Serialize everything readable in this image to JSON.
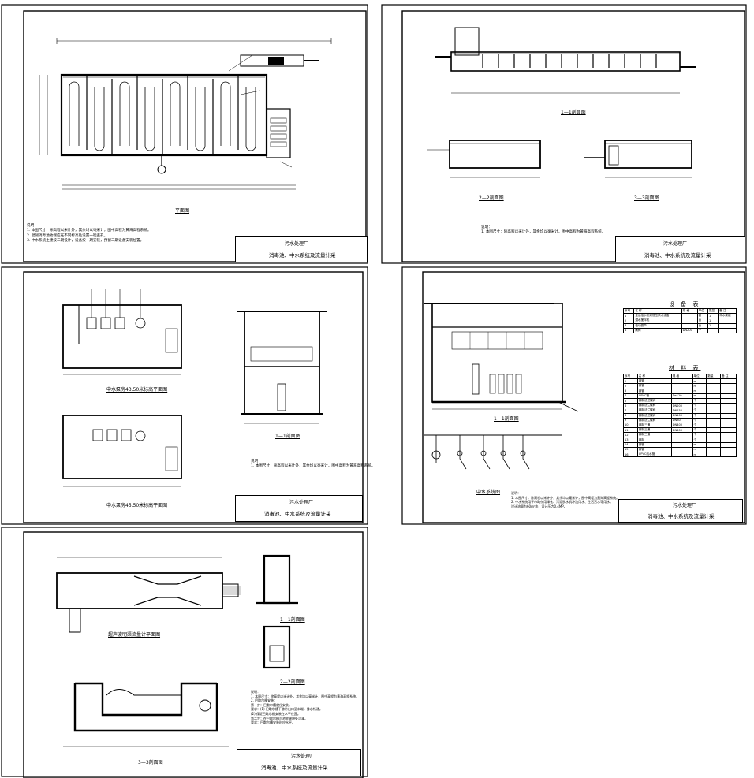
{
  "project": "污水处理厂",
  "drawing_title": "消毒池、中水系统及流量计采",
  "sheet1": {
    "plan_title": "平面图",
    "notes_title": "说明：",
    "notes": [
      "1. 本图尺寸：除高程以米计外，其余均以毫米计，图中高程为黄海高程系统。",
      "2. 混凝消毒池池端应在不同标高处设置一检查孔。",
      "3. 中水系统土建按二期设计，设备按一期安装，预留二期设备安装位置。"
    ]
  },
  "sheet2": {
    "section1": "1—1剖面图",
    "section2": "2—2剖面图",
    "section3": "3—3剖面图",
    "notes_title": "说明：",
    "notes": [
      "1. 本图尺寸：除高程以米计外，其余均以毫米计，图中高程为黄海高程系统。"
    ]
  },
  "sheet3": {
    "plan1": "中水泵房43.50米标高平面图",
    "plan2": "中水泵房45.50米标高平面图",
    "section": "1—1剖面图",
    "notes_title": "说明：",
    "notes": [
      "1. 本图尺寸：除高程以米计外，其余均以毫米计，图中高程为黄海高程系统。"
    ]
  },
  "sheet4": {
    "equipment_title": "设 备 表",
    "equipment_headers": [
      "序号",
      "名 称",
      "规 格",
      "单位",
      "数量",
      "备 注"
    ],
    "equipment_rows": [
      [
        "1",
        "生活给水变频恒压供水设备",
        "",
        "套",
        "1",
        "中水泵组"
      ],
      [
        "2",
        "潜水搅拌机",
        "",
        "台",
        "1",
        ""
      ],
      [
        "3",
        "电动葫芦",
        "",
        "台",
        "1",
        ""
      ],
      [
        "4",
        "闸阀",
        "DN200",
        "个",
        "",
        ""
      ]
    ],
    "material_title": "材 料 表",
    "material_headers": [
      "序号",
      "名 称",
      "规 格",
      "单位",
      "数量",
      "备 注"
    ],
    "material_rows": [
      [
        "1",
        "钢管",
        "",
        "m",
        "",
        ""
      ],
      [
        "2",
        "钢管",
        "",
        "m",
        "",
        ""
      ],
      [
        "3",
        "钢管",
        "",
        "m",
        "",
        ""
      ],
      [
        "4",
        "UPVC管",
        "De110",
        "m",
        "",
        ""
      ],
      [
        "5",
        "钢制法兰蝶阀",
        "",
        "个",
        "",
        ""
      ],
      [
        "6",
        "钢制法兰蝶阀",
        "DN200",
        "个",
        "",
        ""
      ],
      [
        "7",
        "钢制法兰蝶阀",
        "DN150",
        "个",
        "",
        ""
      ],
      [
        "8",
        "钢制法兰蝶阀",
        "DN100",
        "个",
        "",
        ""
      ],
      [
        "9",
        "钢制法兰蝶阀",
        "DN80",
        "个",
        "",
        ""
      ],
      [
        "10",
        "钢制三通",
        "DN400",
        "个",
        "",
        ""
      ],
      [
        "11",
        "钢制三通",
        "DN400",
        "个",
        "",
        ""
      ],
      [
        "12",
        "钢制三通",
        "",
        "个",
        "",
        ""
      ],
      [
        "13",
        "钢制",
        "",
        "个",
        "",
        ""
      ],
      [
        "14",
        "钢管",
        "",
        "m",
        "",
        ""
      ],
      [
        "15",
        "钢管",
        "",
        "m",
        "",
        ""
      ],
      [
        "16",
        "UPVC给水管",
        "",
        "m",
        "",
        ""
      ]
    ],
    "section": "1—1剖面图",
    "system_title": "中水系统图",
    "notes_title": "说明：",
    "notes": [
      "1. 本图尺寸：除高程以米计外，其余均以毫米计，图中高程为黄海高程系统。",
      "2. 中水系统用于市政杂用绿化、污泥脱水机冲洗用水、生活污水等用水。",
      "   设计流量为60m³/h，设计压力0.4MP。"
    ]
  },
  "sheet5": {
    "plan_title": "超声波明渠流量计平面图",
    "section1": "1—1剖面图",
    "section2": "2—2剖面图",
    "section3": "3—3剖面图",
    "notes_title": "说明：",
    "notes": [
      "1. 本图尺寸：除高程以米计外，其余均以毫米计，图中高程为黄海高程系统。",
      "2. 巴歇尔槽安装：",
      "第一步：巴歇尔槽就位安装。",
      "要求：(1) 巴歇尔槽下游带出口至末端，排水畅通。",
      "      (2) 保证巴歇尔槽安装在水平位置。",
      "第二步：在巴歇尔槽与池壁缝隙处浇灌。",
      "要求：巴歇尔槽安装时应水平。"
    ]
  }
}
